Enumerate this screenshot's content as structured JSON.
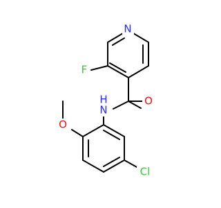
{
  "molecule": {
    "atoms": {
      "n_pyridine": {
        "text": "N",
        "color": "#2a2aff"
      },
      "f": {
        "text": "F",
        "color": "#33cc33"
      },
      "nh": {
        "text": "N",
        "color": "#2a2aff"
      },
      "h": {
        "text": "H",
        "color": "#2a2aff"
      },
      "o_carbonyl": {
        "text": "O",
        "color": "#ff0d0d"
      },
      "o_methoxy": {
        "text": "O",
        "color": "#ff0d0d"
      },
      "cl": {
        "text": "Cl",
        "color": "#33cc33"
      }
    },
    "bond_color": "#000000"
  }
}
